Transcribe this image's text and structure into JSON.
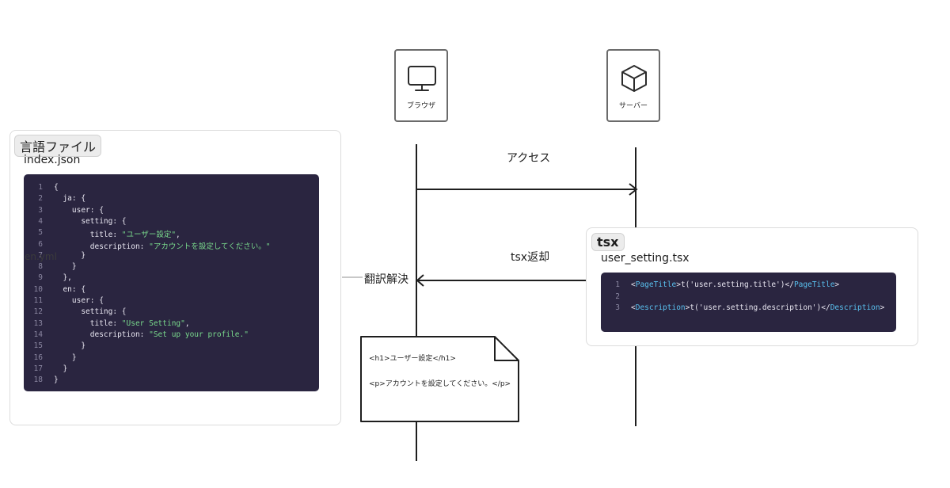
{
  "actors": {
    "browser": {
      "label": "ブラウザ",
      "icon": "monitor-icon"
    },
    "server": {
      "label": "サーバー",
      "icon": "cube-icon"
    }
  },
  "messages": {
    "access": "アクセス",
    "tsx_return": "tsx返却",
    "translate": "翻訳解決"
  },
  "lang_frame": {
    "tag": "言語ファイル",
    "filename": "index.json",
    "stray_label": "en.yml",
    "code": [
      {
        "n": "1",
        "t": "{"
      },
      {
        "n": "2",
        "t": "  ja: {"
      },
      {
        "n": "3",
        "t": "    user: {"
      },
      {
        "n": "4",
        "t": "      setting: {"
      },
      {
        "n": "5",
        "key": "        title: ",
        "str": "\"ユーザー設定\"",
        "tail": ","
      },
      {
        "n": "6",
        "key": "        description: ",
        "str": "\"アカウントを設定してください。\"",
        "tail": ""
      },
      {
        "n": "7",
        "t": "      }"
      },
      {
        "n": "8",
        "t": "    }"
      },
      {
        "n": "9",
        "t": "  },"
      },
      {
        "n": "10",
        "t": "  en: {"
      },
      {
        "n": "11",
        "t": "    user: {"
      },
      {
        "n": "12",
        "t": "      setting: {"
      },
      {
        "n": "13",
        "key": "        title: ",
        "str": "\"User Setting\"",
        "tail": ","
      },
      {
        "n": "14",
        "key": "        description: ",
        "str": "\"Set up your profile.\"",
        "tail": ""
      },
      {
        "n": "15",
        "t": "      }"
      },
      {
        "n": "16",
        "t": "    }"
      },
      {
        "n": "17",
        "t": "  }"
      },
      {
        "n": "18",
        "t": "}"
      }
    ]
  },
  "tsx_frame": {
    "tag": "tsx",
    "filename": "user_setting.tsx",
    "code": [
      {
        "n": "1",
        "parts": [
          [
            "<",
            ""
          ],
          [
            "PageTitle",
            "tag"
          ],
          [
            ">t('user.setting.title')</",
            ""
          ],
          [
            "PageTitle",
            "tag"
          ],
          [
            ">",
            ""
          ]
        ]
      },
      {
        "n": "2",
        "parts": []
      },
      {
        "n": "3",
        "parts": [
          [
            "<",
            ""
          ],
          [
            "Description",
            "tag"
          ],
          [
            ">t('user.setting.description')</",
            ""
          ],
          [
            "Description",
            "tag"
          ],
          [
            ">",
            ""
          ]
        ]
      }
    ]
  },
  "document": {
    "line1": "<h1>ユーザー設定</h1>",
    "line2": "<p>アカウントを設定してください。</p>"
  }
}
